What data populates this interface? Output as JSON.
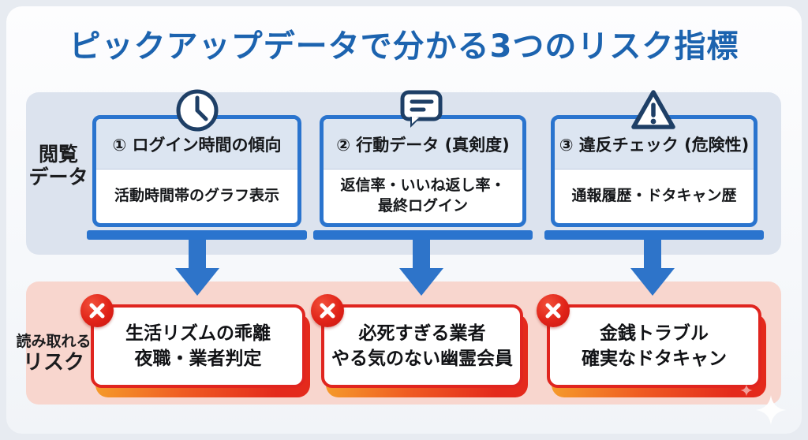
{
  "title": "ピックアップデータで分かる3つのリスク指標",
  "side_labels": {
    "top_line1": "閲覧",
    "top_line2": "データ",
    "bottom_line1": "読み取れる",
    "bottom_line2": "リスク"
  },
  "columns": [
    {
      "icon": "clock-icon",
      "header": "① ログイン時間の傾向",
      "body_line1": "活動時間帯のグラフ表示",
      "body_line2": "",
      "risk_line1": "生活リズムの乖離",
      "risk_line2": "夜職・業者判定"
    },
    {
      "icon": "chat-bubble-icon",
      "header": "② 行動データ (真剣度)",
      "body_line1": "返信率・いいね返し率・",
      "body_line2": "最終ログイン",
      "risk_line1": "必死すぎる業者",
      "risk_line2": "やる気のない幽霊会員"
    },
    {
      "icon": "warning-triangle-icon",
      "header": "③ 違反チェック (危険性)",
      "body_line1": "通報履歴・ドタキャン歴",
      "body_line2": "",
      "risk_line1": "金銭トラブル",
      "risk_line2": "確実なドタキャン"
    }
  ],
  "colors": {
    "title_blue": "#1c63af",
    "monitor_blue": "#2a74ce",
    "icon_navy": "#1e3f66",
    "band_blue": "#dce3ee",
    "band_pink": "#f8d6ce",
    "risk_red": "#e0251f",
    "shadow_orange": "#f6a42c",
    "badge_red": "#e02318"
  }
}
